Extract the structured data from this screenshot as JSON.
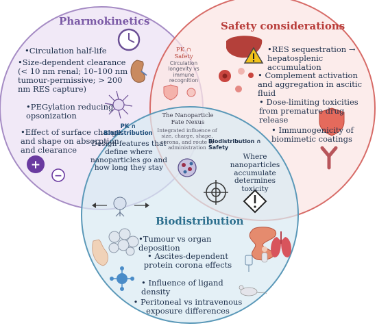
{
  "colors": {
    "pk_circle": "#a58bc4",
    "pk_title": "#7b5aa6",
    "safety_circle": "#d76b67",
    "safety_title": "#b83d3a",
    "bio_circle": "#5a98b8",
    "bio_title": "#2d6f8e",
    "text": "#1b2e4a"
  },
  "pk": {
    "title": "Pharmokinetics",
    "items": [
      "•Circulation half-life",
      "•Size-dependent clearance (< 10 nm renal; 10–100 nm tumour-permissive; > 200 nm RES capture)",
      "•PEGylation reducing opsonization",
      "•Effect of surface charge and shape on absorption and clearance"
    ],
    "charge_plus": "+",
    "charge_minus": "−"
  },
  "safety": {
    "title": "Safety considerations",
    "items": [
      "•RES sequestration → hepatosplenic accumulation",
      "• Complement activation and aggregation in ascitic fluid",
      "• Dose-limiting toxicities from premature drug release",
      "• Immunogenicity of biomimetic coatings"
    ]
  },
  "biodistribution": {
    "title": "Biodistribution",
    "items": [
      "•Tumour vs organ deposition",
      "• Ascites-dependent protein corona effects",
      "• Influence of ligand density",
      "• Peritoneal vs intravenous exposure differences"
    ]
  },
  "pk_safety": {
    "title": "PK ∩ Safety",
    "body": "Circulation longevity vs immune recognition"
  },
  "pk_bio": {
    "title": "PK ∩ Biodistribution",
    "body": "Design features that define where nanoparticles go and how long they stay"
  },
  "bio_safety": {
    "title": "Biodistribution ∩ Safety",
    "body": "Where nanoparticles accumulate determines toxicity"
  },
  "center": {
    "title": "The Nanoparticle Fate Nexus",
    "body": "Integrated influence of size, charge, shape, corona, and route of administration"
  },
  "icons": [
    "clock-icon",
    "kidney-icon",
    "pegylated-nanoparticle-icon",
    "liver-icon",
    "warning-icon",
    "blood-cells-icon",
    "shield-icon",
    "antibody-icon",
    "target-icon",
    "hazard-icon",
    "nanoparticle-icon",
    "tumour-cluster-icon",
    "intestine-icon",
    "lungs-icon",
    "iv-drip-icon",
    "ligand-nanoparticle-icon",
    "mouse-icon",
    "peritoneum-icon"
  ]
}
